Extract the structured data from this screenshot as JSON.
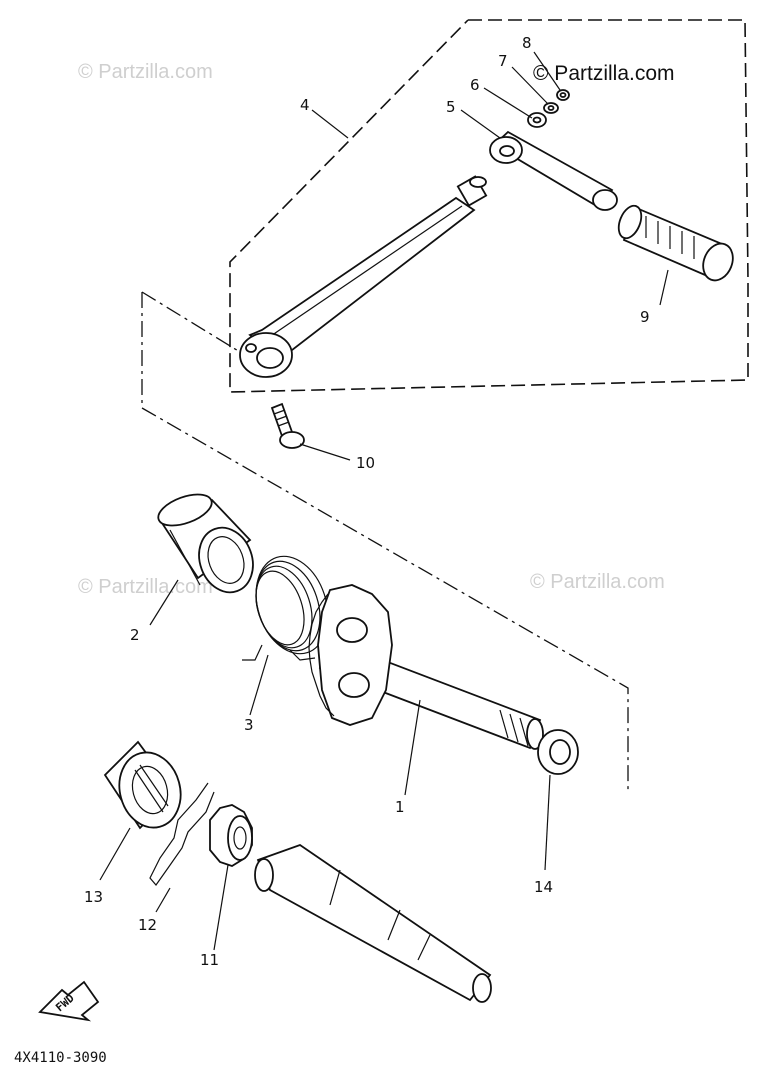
{
  "watermarks": {
    "top_left": "© Partzilla.com",
    "top_right": "© Partzilla.com",
    "mid_left": "© Partzilla.com",
    "mid_right": "© Partzilla.com"
  },
  "callouts": {
    "p1": "1",
    "p2": "2",
    "p3": "3",
    "p4": "4",
    "p5": "5",
    "p6": "6",
    "p7": "7",
    "p8": "8",
    "p9": "9",
    "p10": "10",
    "p11": "11",
    "p12": "12",
    "p13": "13",
    "p14": "14"
  },
  "fwd_label": "FWD",
  "diagram_code": "4X4110-3090"
}
